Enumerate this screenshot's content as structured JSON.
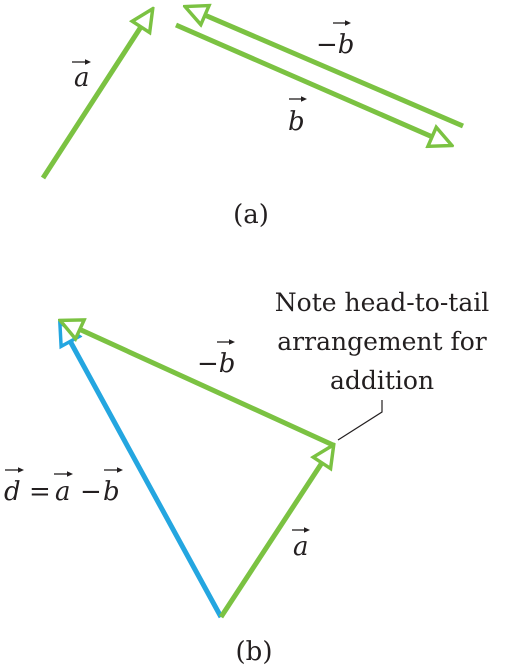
{
  "colors": {
    "green": "#7bc242",
    "blue": "#24a6e0",
    "text": "#231f20"
  },
  "panel_a": {
    "label": "(a)",
    "vector_a": "a",
    "vector_b": "b",
    "vector_neg_b": "−b"
  },
  "panel_b": {
    "label": "(b)",
    "vector_a": "a",
    "vector_neg_b": "−b",
    "vector_d": "d",
    "equals_sign": "=",
    "vector_d_a": "a",
    "minus_sign": "−",
    "vector_d_b": "b",
    "note": {
      "line1": "Note head-to-tail",
      "line2": "arrangement for",
      "line3": "addition"
    }
  }
}
